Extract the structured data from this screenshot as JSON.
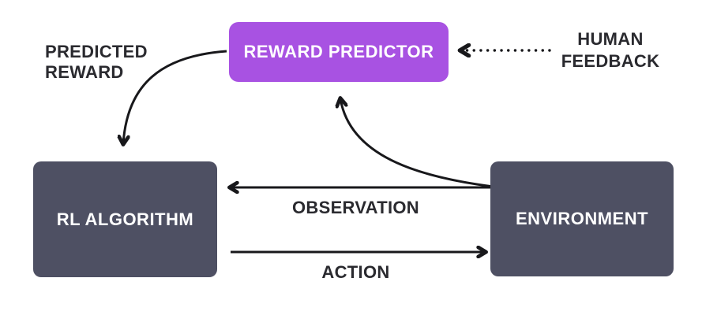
{
  "nodes": {
    "reward_predictor": {
      "label": "REWARD PREDICTOR"
    },
    "rl_algorithm": {
      "label": "RL ALGORITHM"
    },
    "environment": {
      "label": "ENVIRONMENT"
    }
  },
  "edges": {
    "predicted_reward": {
      "label": "PREDICTED REWARD",
      "from": "reward_predictor",
      "to": "rl_algorithm",
      "style": "solid-curved"
    },
    "human_feedback": {
      "label": "HUMAN FEEDBACK",
      "from": "human",
      "to": "reward_predictor",
      "style": "dotted"
    },
    "observation": {
      "label": "OBSERVATION",
      "from": "environment",
      "to": "rl_algorithm",
      "style": "solid"
    },
    "action": {
      "label": "ACTION",
      "from": "rl_algorithm",
      "to": "environment",
      "style": "solid"
    },
    "environment_to_reward_predictor": {
      "label": "",
      "from": "environment",
      "to": "reward_predictor",
      "style": "solid-curved"
    }
  },
  "colors": {
    "background": "#FFFFFF",
    "accent_purple": "#A852E2",
    "node_dark": "#4E5063",
    "node_text": "#FFFFFF",
    "label_text": "#2A2A2F",
    "arrow": "#18181B"
  }
}
